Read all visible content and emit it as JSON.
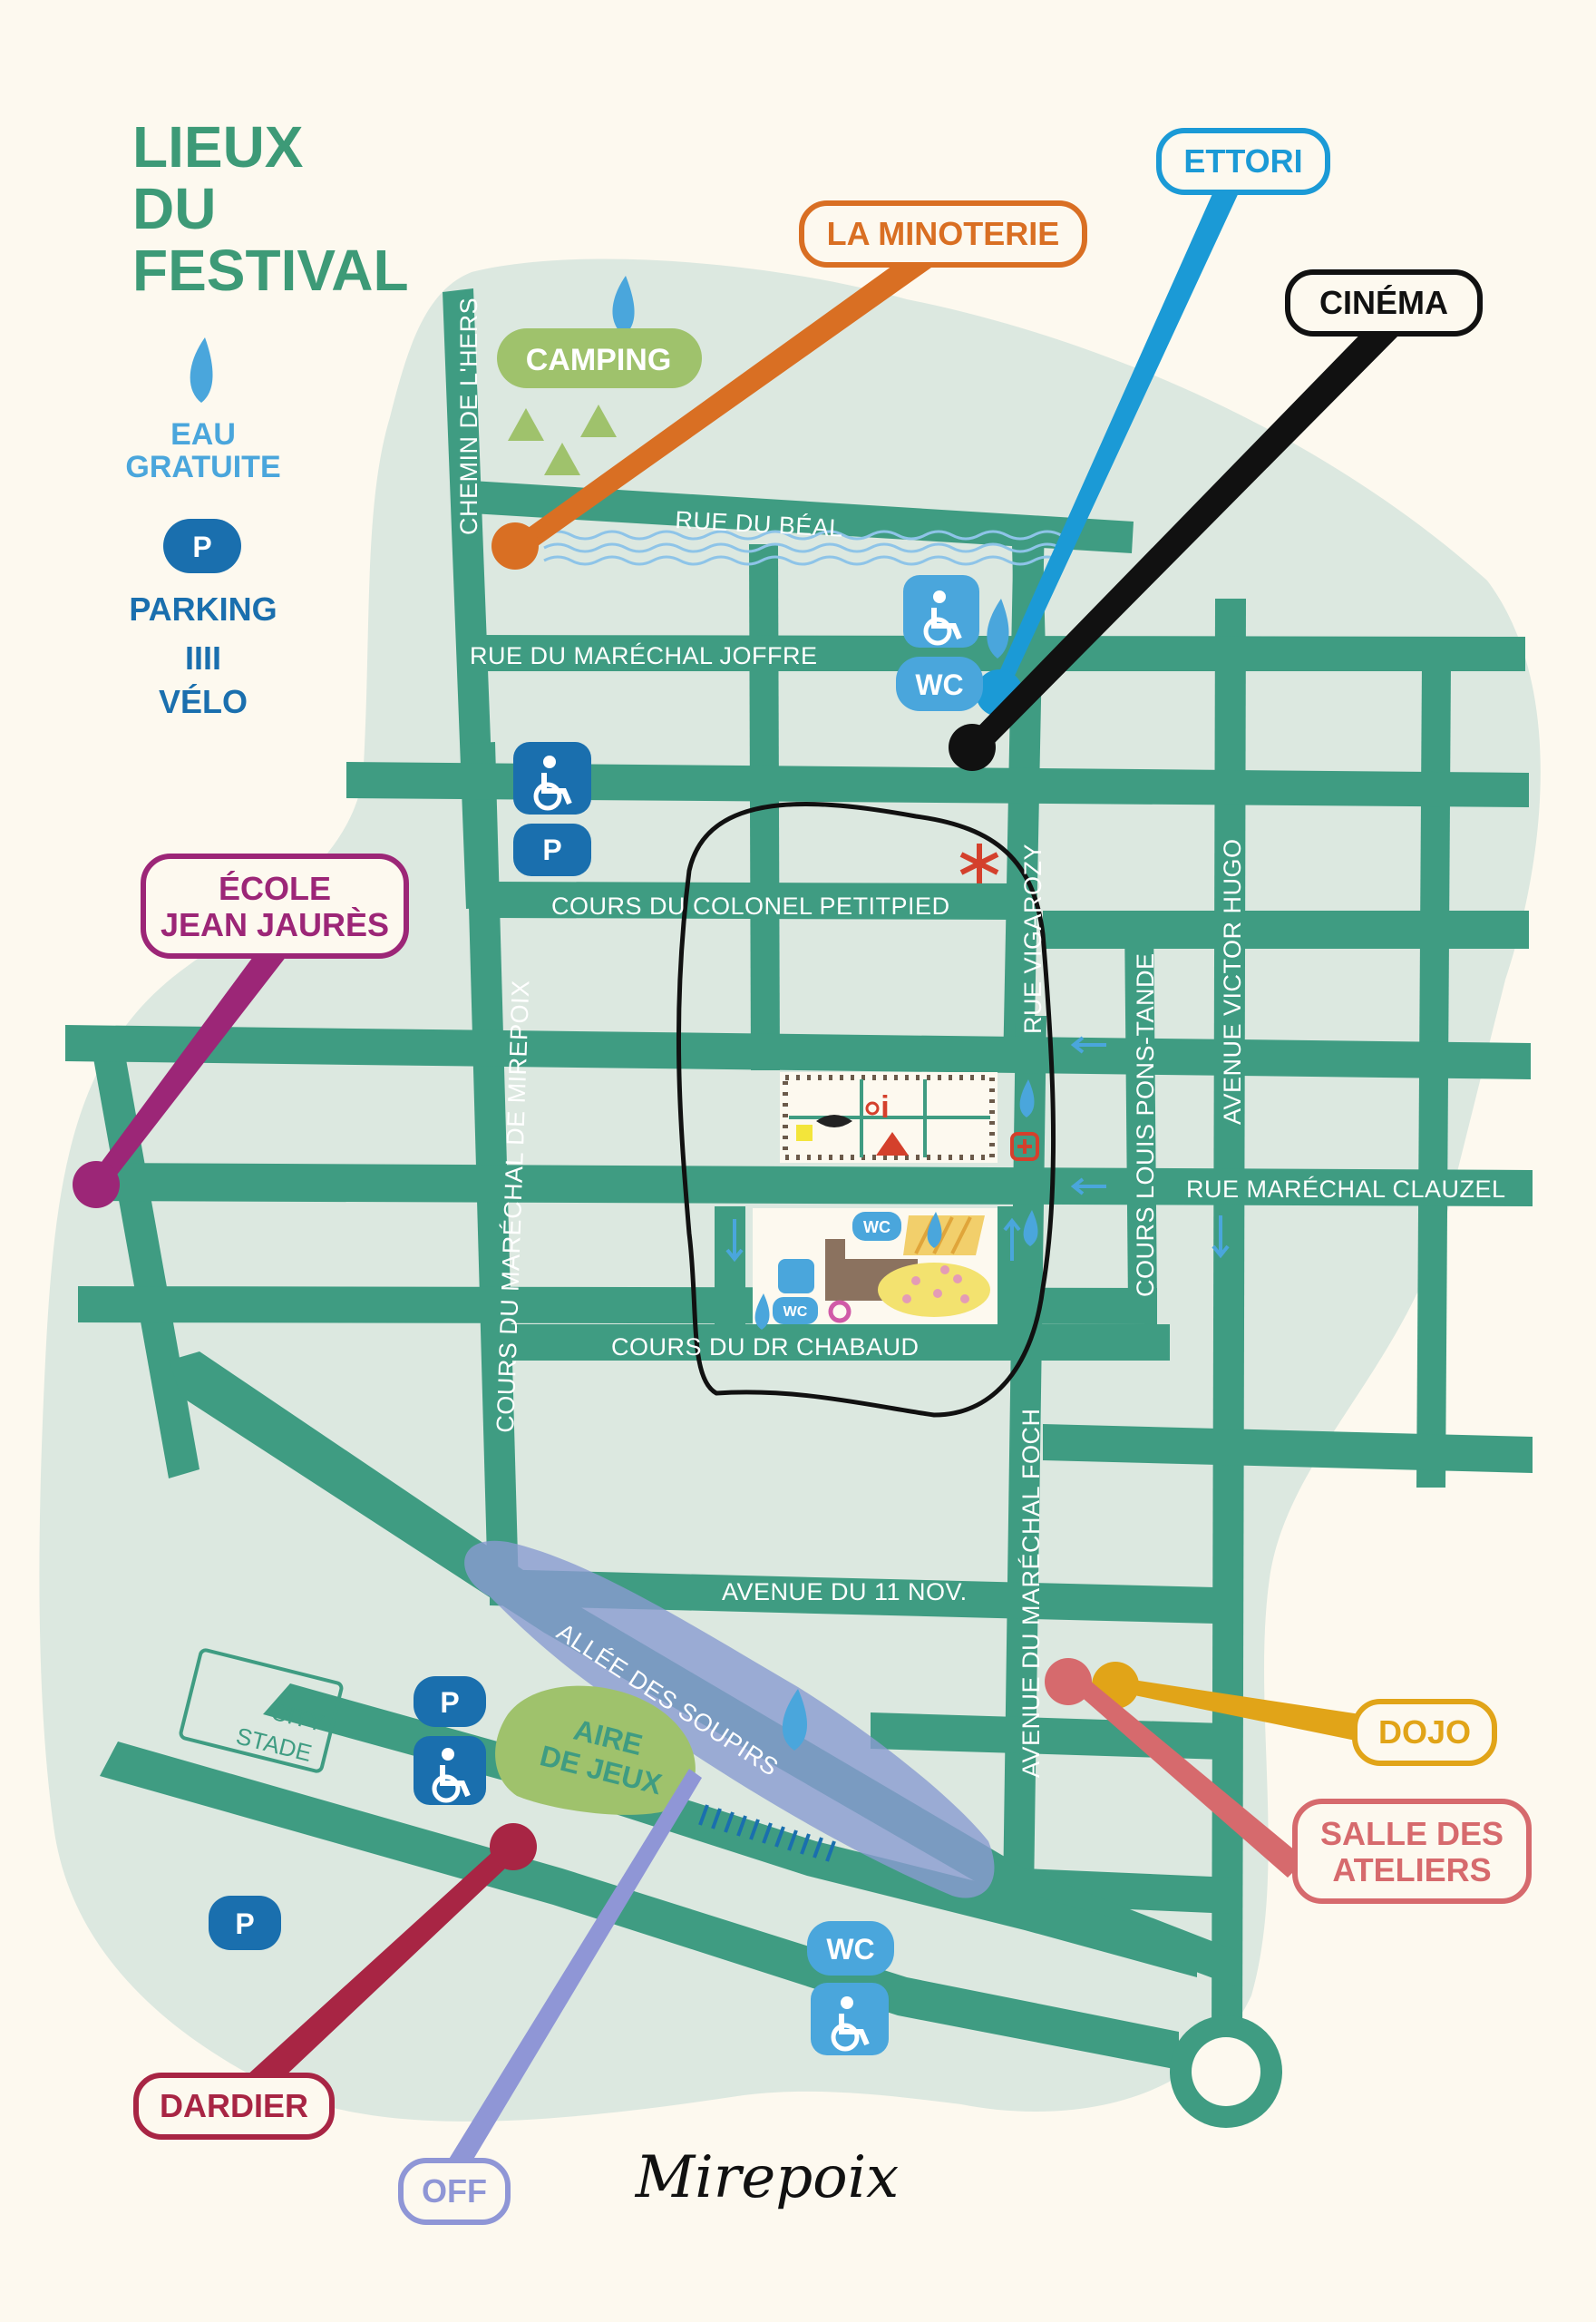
{
  "legend": {
    "title_lines": [
      "LIEUX",
      "DU",
      "FESTIVAL"
    ],
    "water_lines": [
      "EAU",
      "GRATUITE"
    ],
    "parking_icon": "P",
    "parking_label": "PARKING",
    "bike_icon": "IIII",
    "bike_label": "VÉLO"
  },
  "venues": {
    "ettori": "ETTORI",
    "minoterie": "LA MINOTERIE",
    "cinema": "CINÉMA",
    "ecole_line1": "ÉCOLE",
    "ecole_line2": "JEAN JAURÈS",
    "dojo": "DOJO",
    "ateliers_line1": "SALLE DES",
    "ateliers_line2": "ATELIERS",
    "dardier": "DARDIER",
    "off": "OFF"
  },
  "places": {
    "camping": "CAMPING",
    "city_stade_line1": "CITY",
    "city_stade_line2": "STADE",
    "aire_line1": "AIRE",
    "aire_line2": "DE JEUX"
  },
  "streets": {
    "chemin_hers": "CHEMIN DE L'HERS",
    "rue_beal": "RUE DU BÉAL",
    "rue_joffre": "RUE DU MARÉCHAL JOFFRE",
    "cours_petitpied": "COURS DU COLONEL PETITPIED",
    "rue_vigarozy": "RUE VIGAROZY",
    "cours_pons_tande": "COURS LOUIS PONS-TANDE",
    "avenue_hugo": "AVENUE VICTOR HUGO",
    "rue_clauzel": "RUE MARÉCHAL CLAUZEL",
    "cours_mirepoix": "COURS DU MARÉCHAL DE MIREPOIX",
    "cours_chabaud": "COURS DU DR CHABAUD",
    "avenue_11nov": "AVENUE DU 11 NOV.",
    "allee_soupirs": "ALLÉE DES SOUPIRS",
    "avenue_foch": "AVENUE DU MARÉCHAL FOCH"
  },
  "icons": {
    "wc": "WC",
    "parking": "P",
    "info": "i"
  },
  "town": "Mirepoix",
  "colors": {
    "background": "#fdf9ef",
    "zone": "#dce8e0",
    "road": "#3f9c82",
    "title_green": "#3d9a77",
    "blue": "#1a6fae",
    "light_blue": "#4aa6dc",
    "ettori": "#1b9ad6",
    "minoterie": "#d96f23",
    "ecole": "#9c2677",
    "dojo": "#e1a418",
    "ateliers": "#d66a6d",
    "dardier": "#a82544",
    "off": "#8f96d6",
    "camping": "#9fc26c"
  }
}
